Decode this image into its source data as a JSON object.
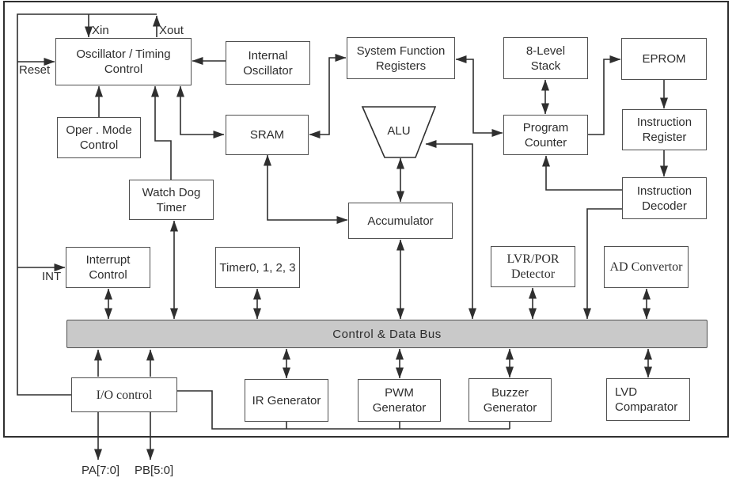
{
  "blocks": {
    "oscillator_timing_control": {
      "label": "Oscillator / Timing\nControl"
    },
    "internal_oscillator": {
      "label": "Internal\nOscillator"
    },
    "system_function_registers": {
      "label": "System Function\nRegisters"
    },
    "eight_level_stack": {
      "label": "8-Level\nStack"
    },
    "eprom": {
      "label": "EPROM"
    },
    "oper_mode_control": {
      "label": "Oper . Mode\nControl"
    },
    "sram": {
      "label": "SRAM"
    },
    "alu": {
      "label": "ALU"
    },
    "program_counter": {
      "label": "Program\nCounter"
    },
    "instruction_register": {
      "label": "Instruction\nRegister"
    },
    "watch_dog_timer": {
      "label": "Watch Dog\nTimer"
    },
    "accumulator": {
      "label": "Accumulator"
    },
    "instruction_decoder": {
      "label": "Instruction\nDecoder"
    },
    "interrupt_control": {
      "label": "Interrupt\nControl"
    },
    "timers": {
      "label": "Timer0, 1, 2, 3"
    },
    "lvr_por_detector": {
      "label": "LVR/POR\nDetector"
    },
    "ad_convertor": {
      "label": "AD Convertor"
    },
    "io_control": {
      "label": "I/O control"
    },
    "ir_generator": {
      "label": "IR Generator"
    },
    "pwm_generator": {
      "label": "PWM\nGenerator"
    },
    "buzzer_generator": {
      "label": "Buzzer\nGenerator"
    },
    "lvd_comparator": {
      "label": "LVD\nComparator"
    }
  },
  "bus": {
    "label": "Control & Data Bus"
  },
  "pins": {
    "xin": "Xin",
    "xout": "Xout",
    "reset": "Reset",
    "int": "INT",
    "pa": "PA[7:0]",
    "pb": "PB[5:0]"
  },
  "colors": {
    "line": "#2f2f2f",
    "box_border": "#4f4f4f",
    "bus_fill": "#c9c9c9",
    "text": "#2d2d2d",
    "background": "#ffffff"
  }
}
